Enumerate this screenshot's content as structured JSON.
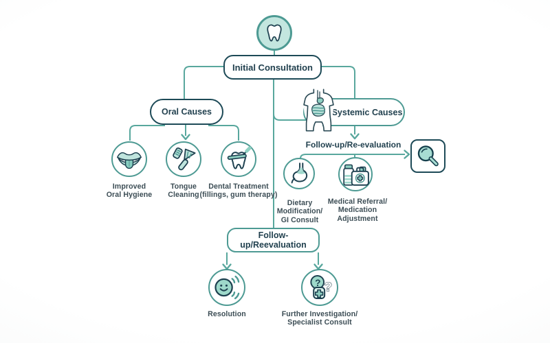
{
  "title": "Halitosis diagnosis and treatment flowchart",
  "colors": {
    "dark_border": "#1d4a57",
    "teal_border": "#4d9a93",
    "line": "#58a79d",
    "light_fill": "#c3e6df",
    "icon_fill": "#8fd0c2",
    "node_text": "#22414f",
    "caption_text": "#3c4d55"
  },
  "nodes": {
    "root_icon": "tooth-icon",
    "initial": {
      "label": "Initial Consultation"
    },
    "oral": {
      "label": "Oral Causes"
    },
    "systemic": {
      "label": "Systemic Causes",
      "icon": "digestive-torso-icon"
    },
    "followup_bottom": {
      "label": "Follow-up/Reevaluation"
    },
    "followup_right": {
      "label": "Follow-up/Re-evaluation",
      "target_icon": "magnifier-icon"
    }
  },
  "oral_branch": {
    "items": [
      {
        "icon": "mouth-tongue-icon",
        "lines": [
          "Improved",
          "Oral Hygiene"
        ]
      },
      {
        "icon": "tongue-cleaner-icon",
        "lines": [
          "Tongue",
          "Cleaning"
        ]
      },
      {
        "icon": "dental-treatment-icon",
        "lines": [
          "Dental Treatment",
          "(fillings, gum therapy)"
        ]
      }
    ]
  },
  "systemic_branch": {
    "items": [
      {
        "icon": "stomach-icon",
        "lines": [
          "Dietary",
          "Modification/",
          "GI Consult"
        ]
      },
      {
        "icon": "medical-kit-icon",
        "lines": [
          "Medical Referral/",
          "Medication",
          "Adjustment"
        ]
      }
    ]
  },
  "outcomes": {
    "items": [
      {
        "icon": "smiley-icon",
        "lines": [
          "Resolution"
        ]
      },
      {
        "icon": "question-plus-icon",
        "lines": [
          "Further Investigation/",
          "Specialist Consult"
        ]
      }
    ]
  }
}
